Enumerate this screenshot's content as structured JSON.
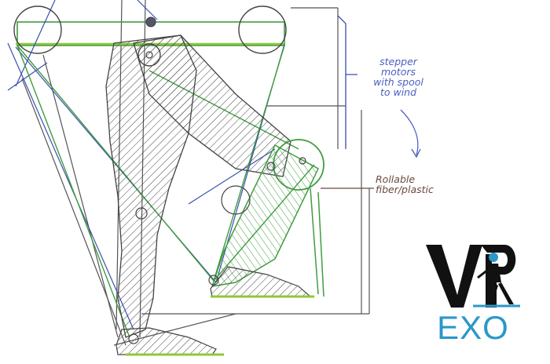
{
  "annotations": {
    "motors": [
      "stepper",
      "motors",
      "with spool",
      "to wind"
    ],
    "fiber": [
      "Rollable",
      "fiber/plastic"
    ]
  },
  "logo": {
    "letters": "VP",
    "word": "EXO"
  },
  "colors": {
    "ink_blue": "#3a4fae",
    "ink_green": "#3f9c3f",
    "ink_lime": "#8fc83a",
    "ink_gray": "#555555",
    "note_blue": "#4a5fc0",
    "note_brown": "#6b4a3a",
    "logo_black": "#111111",
    "logo_cyan": "#2a98c8"
  }
}
